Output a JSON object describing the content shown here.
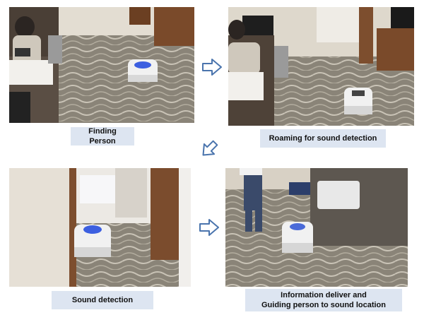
{
  "steps": [
    {
      "caption": "Finding Person"
    },
    {
      "caption": "Roaming for sound detection"
    },
    {
      "caption": "Sound detection"
    },
    {
      "caption": "Information deliver and Guiding person to sound location",
      "caption_line1": "Information deliver and",
      "caption_line2": "Guiding person to sound location"
    }
  ],
  "arrows": [
    "arrow-right",
    "arrow-down-left",
    "arrow-right"
  ],
  "colors": {
    "caption_bg": "#dde5f1",
    "arrow_fill": "#ffffff",
    "arrow_stroke": "#4a74ad",
    "carpet": "#8a8478",
    "wave": "#c9c3b6"
  }
}
